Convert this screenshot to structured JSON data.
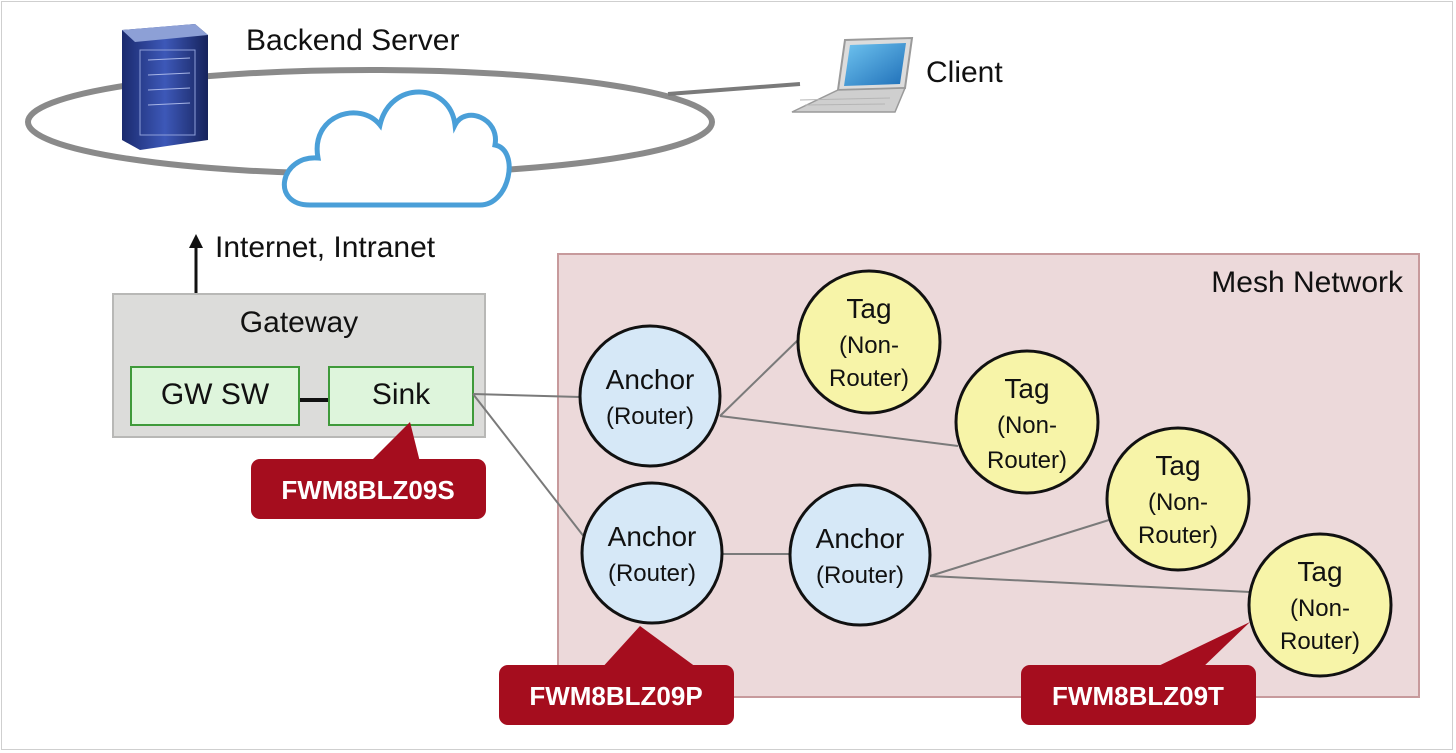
{
  "cloud": {
    "server_label": "Backend Server",
    "client_label": "Client",
    "internet_label": "Internet, Intranet"
  },
  "gateway": {
    "title": "Gateway",
    "gw_sw": "GW SW",
    "sink": "Sink",
    "callout": "FWM8BLZ09S"
  },
  "mesh": {
    "title": "Mesh Network",
    "anchor1": {
      "title": "Anchor",
      "sub": "(Router)"
    },
    "anchor2": {
      "title": "Anchor",
      "sub": "(Router)"
    },
    "anchor3": {
      "title": "Anchor",
      "sub": "(Router)"
    },
    "tag1": {
      "title": "Tag",
      "sub1": "(Non-",
      "sub2": "Router)"
    },
    "tag2": {
      "title": "Tag",
      "sub1": "(Non-",
      "sub2": "Router)"
    },
    "tag3": {
      "title": "Tag",
      "sub1": "(Non-",
      "sub2": "Router)"
    },
    "tag4": {
      "title": "Tag",
      "sub1": "(Non-",
      "sub2": "Router)"
    },
    "anchor_callout": "FWM8BLZ09P",
    "tag_callout": "FWM8BLZ09T"
  },
  "colors": {
    "anchor_fill": "#d6e8f7",
    "tag_fill": "#f7f4a8",
    "mesh_bg": "#ecd9da",
    "gateway_bg": "#dcdcda",
    "box_fill": "#def5dc",
    "box_border": "#3f9a3a",
    "callout": "#a50d1e",
    "cloud_stroke": "#4a9fd8"
  },
  "icons": {
    "server": "server-icon",
    "laptop": "laptop-icon",
    "cloud": "cloud-icon"
  }
}
